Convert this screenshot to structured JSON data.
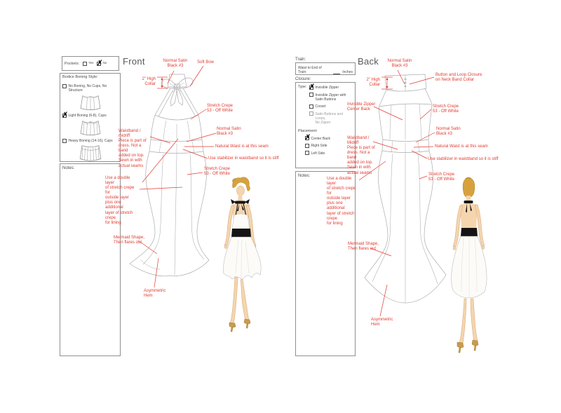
{
  "titles": {
    "front": "Front",
    "back": "Back"
  },
  "left_panel": {
    "pockets": {
      "label": "Pockets:",
      "options": [
        {
          "label": "Yes",
          "checked": false
        },
        {
          "label": "No",
          "checked": true
        }
      ]
    },
    "boning": {
      "title": "Bodice Boning Style:",
      "options": [
        {
          "label": "No Boning, No Cups, No Structure",
          "checked": false,
          "icon": "bustier-plain"
        },
        {
          "label": "Light Boning (6-8), Cups",
          "checked": true,
          "icon": "bustier-light-boning"
        },
        {
          "label": "Heavy Boning (14-16), Cups",
          "checked": false,
          "icon": "bustier-heavy-boning"
        }
      ]
    },
    "notes_label": "Notes:"
  },
  "right_panel": {
    "train": {
      "label": "Train:",
      "field_label": "Waist to End of Train:",
      "unit": "Inches"
    },
    "closure": {
      "label": "Closure:",
      "type_label": "Type:",
      "type_options": [
        {
          "label": "Invisible Zipper",
          "checked": true
        },
        {
          "label": "Invisible Zipper with\nSatin Buttons",
          "checked": false
        },
        {
          "label": "Corset",
          "checked": false
        },
        {
          "label": "Satin Buttons and Loops,\nNo Zipper",
          "checked": false
        }
      ],
      "placement_label": "Placement:",
      "placement_options": [
        {
          "label": "Center Back",
          "checked": true
        },
        {
          "label": "Right Side",
          "checked": false
        },
        {
          "label": "Left Side",
          "checked": false
        }
      ]
    },
    "notes_label": "Notes:"
  },
  "front": {
    "ann": {
      "satin_top": "Normal Satin\nBlack #3",
      "soft_bow": "Soft Bow",
      "collar": "2\" High Collar",
      "crepe_top": "Stretch Crepe\n53 - Off White",
      "satin_waist": "Normal Satin\nBlack #3",
      "natural_waist": "Natural Waist is at this seam",
      "stabilizer": "Use stabilizer in waistband so it is stiff",
      "waistband": "Waistband / midriff\nPiece is part of\ndress. Not a band\nadded on top.\nSewn in with\nactual seams",
      "crepe_skirt": "Stretch Crepe\n53 - Off White",
      "double_layer": "Use a double layer\nof stretch crepe for\noutside layer\nplus one additional\nlayer of stretch crepe\nfor lining",
      "mermaid": "Mermaid Shape,\nThen flares out",
      "hem": "Asymmetric\nHem"
    }
  },
  "back": {
    "ann": {
      "satin_top": "Normal Satin\nBlack #3",
      "collar": "2\" High Collar",
      "button_loop": "Button and Loop Closure\non Neck Band Collar",
      "zipper": "Invisible Zipper\nCenter Back",
      "crepe_top": "Stretch Crepe\n53 - Off White",
      "satin_waist": "Normal Satin\nBlack #3",
      "natural_waist": "Natural Waist is at this seam",
      "stabilizer": "Use stabilizer in waistband so it is stiff",
      "waistband": "Waistband / Midriff\nPiece is part of\ndress. Not a band\nadded on top.\nSewn in with\nactual seams",
      "crepe_skirt": "Stretch Crepe\n53 - Off White",
      "double_layer": "Use a double layer\nof stretch crepe for\noutside layer\nplus one additional\nlayer of stretch crepe\nfor lining",
      "mermaid": "Mermaid Shape,\nThen flares out",
      "hem": "Asymmetric\nHem"
    }
  },
  "colors": {
    "annotation_red": "#e23b31",
    "sketch_line": "#ababab",
    "satin_black": "#141414"
  }
}
